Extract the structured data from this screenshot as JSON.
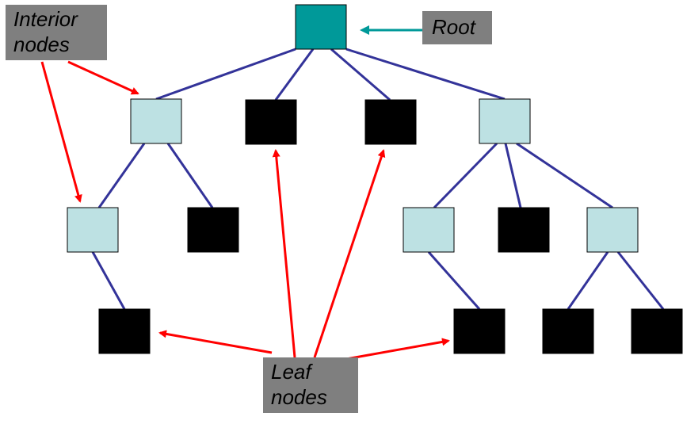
{
  "labels": {
    "interior": "Interior nodes",
    "interior_line1": "Interior",
    "interior_line2": "nodes",
    "root": "Root",
    "leaf": "Leaf nodes",
    "leaf_line1": "Leaf",
    "leaf_line2": "nodes"
  },
  "colors": {
    "root_fill": "#009999",
    "interior_fill": "#bde1e3",
    "leaf_fill": "#000000",
    "edge": "#333399",
    "annotation_arrow": "#ff0000",
    "root_arrow": "#009999",
    "label_bg": "#7f7f7f"
  },
  "tree": {
    "nodes": [
      {
        "id": "root",
        "kind": "root"
      },
      {
        "id": "i1",
        "kind": "interior",
        "parent": "root"
      },
      {
        "id": "l1",
        "kind": "leaf",
        "parent": "root"
      },
      {
        "id": "l2",
        "kind": "leaf",
        "parent": "root"
      },
      {
        "id": "i2",
        "kind": "interior",
        "parent": "root"
      },
      {
        "id": "i3",
        "kind": "interior",
        "parent": "i1"
      },
      {
        "id": "l3",
        "kind": "leaf",
        "parent": "i1"
      },
      {
        "id": "i4",
        "kind": "interior",
        "parent": "i2"
      },
      {
        "id": "l4",
        "kind": "leaf",
        "parent": "i2"
      },
      {
        "id": "i5",
        "kind": "interior",
        "parent": "i2"
      },
      {
        "id": "l5",
        "kind": "leaf",
        "parent": "i3"
      },
      {
        "id": "l6",
        "kind": "leaf",
        "parent": "i4"
      },
      {
        "id": "l7",
        "kind": "leaf",
        "parent": "i5"
      },
      {
        "id": "l8",
        "kind": "leaf",
        "parent": "i5"
      }
    ]
  }
}
